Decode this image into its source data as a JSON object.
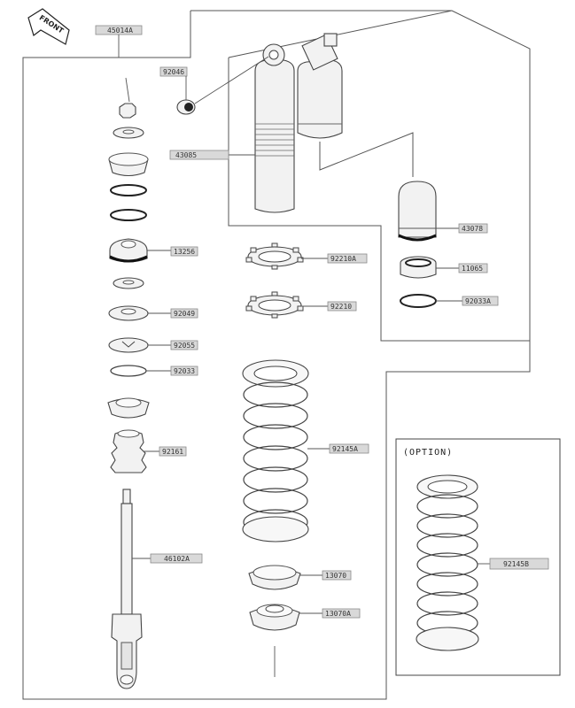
{
  "front_label": "FRONT",
  "option_label": "(OPTION)",
  "parts": {
    "p45014A": "45014A",
    "p92046": "92046",
    "p43085": "43085",
    "p43078": "43078",
    "p11065": "11065",
    "p92033A": "92033A",
    "p13256": "13256",
    "p92210A": "92210A",
    "p92210": "92210",
    "p92049": "92049",
    "p92055": "92055",
    "p92033": "92033",
    "p92161": "92161",
    "p92145A": "92145A",
    "p46102A": "46102A",
    "p13070": "13070",
    "p13070A": "13070A",
    "p92145B": "92145B"
  }
}
